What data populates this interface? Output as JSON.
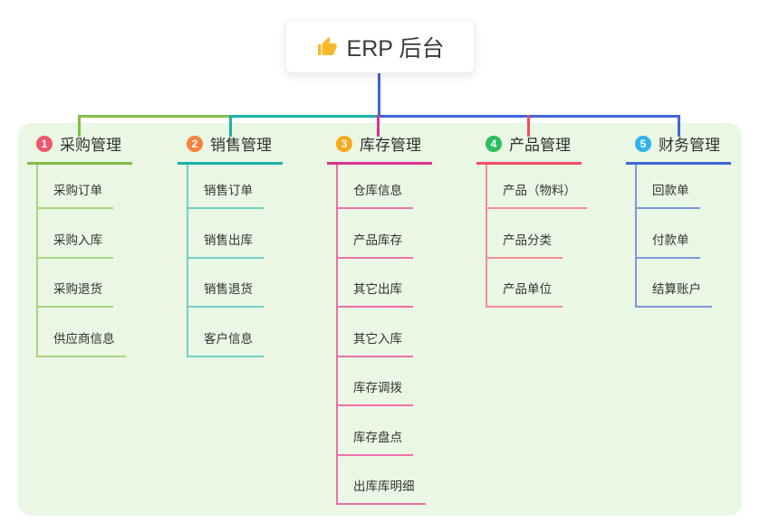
{
  "root": {
    "label": "ERP 后台",
    "icon": "thumbs-up-icon",
    "line_color": "#4164d9"
  },
  "panel": {
    "background": "#e9f7e4"
  },
  "branches": [
    {
      "badge": "1",
      "title": "采购管理",
      "badge_color": "#ef5670",
      "line_color": "#82bd45",
      "light_color": "#a8d47f",
      "items": [
        "采购订单",
        "采购入库",
        "采购退货",
        "供应商信息"
      ]
    },
    {
      "badge": "2",
      "title": "销售管理",
      "badge_color": "#f7813f",
      "line_color": "#1ab3a8",
      "light_color": "#74cfc4",
      "items": [
        "销售订单",
        "销售出库",
        "销售退货",
        "客户信息"
      ]
    },
    {
      "badge": "3",
      "title": "库存管理",
      "badge_color": "#fba81c",
      "line_color": "#d9338e",
      "light_color": "#ef6fa9",
      "items": [
        "仓库信息",
        "产品库存",
        "其它出库",
        "其它入库",
        "库存调拨",
        "库存盘点",
        "出库库明细"
      ]
    },
    {
      "badge": "4",
      "title": "产品管理",
      "badge_color": "#2cbd60",
      "line_color": "#f14e5f",
      "light_color": "#f68e93",
      "items": [
        "产品（物料）",
        "产品分类",
        "产品单位"
      ]
    },
    {
      "badge": "5",
      "title": "财务管理",
      "badge_color": "#33b1ec",
      "line_color": "#4164d9",
      "light_color": "#8099da",
      "items": [
        "回款单",
        "付款单",
        "结算账户"
      ]
    }
  ]
}
